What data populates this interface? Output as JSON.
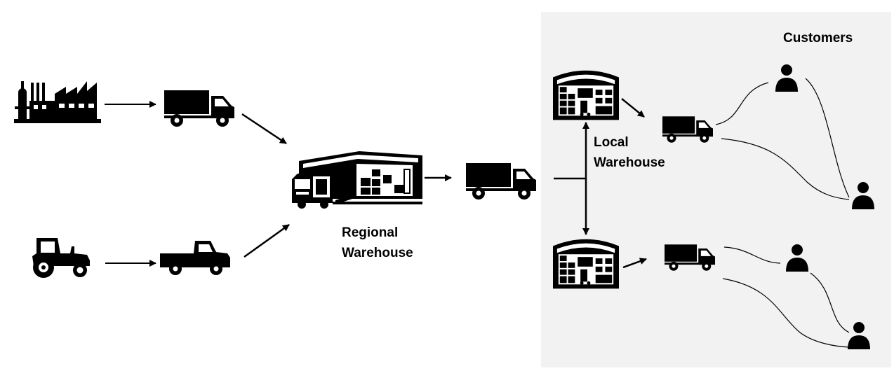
{
  "labels": {
    "customers": "Customers",
    "regional_line1": "Regional",
    "regional_line2": "Warehouse",
    "local_line1": "Local",
    "local_line2": "Warehouse"
  },
  "colors": {
    "background": "#ffffff",
    "local_panel": "#f2f2f2",
    "ink": "#000000"
  },
  "icons": [
    "factory-icon",
    "tractor-icon",
    "box-truck-icon",
    "pickup-truck-icon",
    "regional-warehouse-icon",
    "truck-icon",
    "local-warehouse-icon",
    "delivery-van-icon",
    "customer-icon"
  ]
}
